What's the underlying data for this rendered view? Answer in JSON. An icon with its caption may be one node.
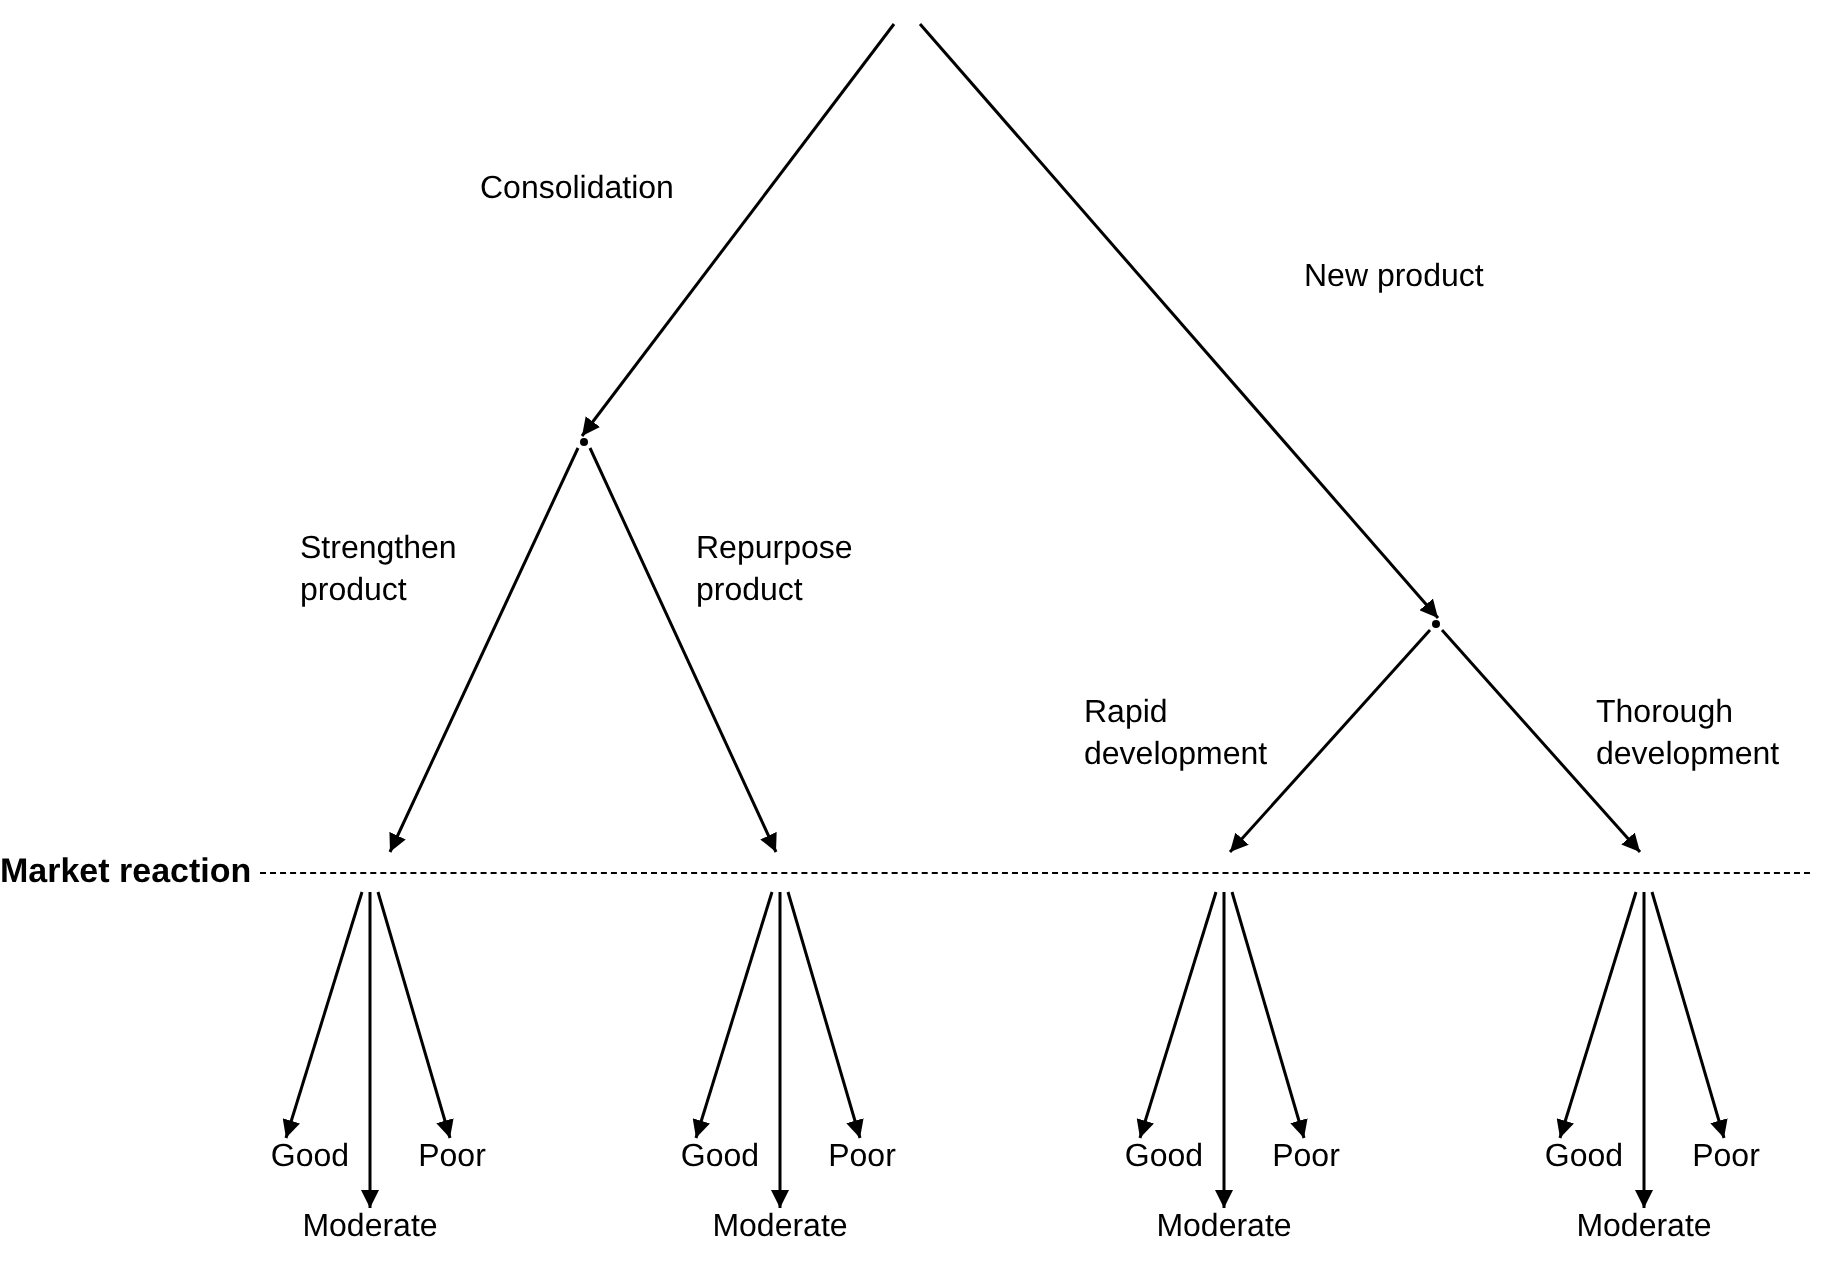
{
  "diagram": {
    "nodes": [
      {
        "text": [
          "Market reaction"
        ]
      },
      {
        "text": [
          "Good"
        ]
      },
      {
        "text": [
          "Moderate"
        ]
      },
      {
        "text": [
          "Poor"
        ]
      },
      {
        "text": [
          "Good"
        ]
      },
      {
        "text": [
          "Moderate"
        ]
      },
      {
        "text": [
          "Poor"
        ]
      },
      {
        "text": [
          "Good"
        ]
      },
      {
        "text": [
          "Moderate"
        ]
      },
      {
        "text": [
          "Poor"
        ]
      },
      {
        "text": [
          "Good"
        ]
      },
      {
        "text": [
          "Moderate"
        ]
      },
      {
        "text": [
          "Poor"
        ]
      },
      {
        "text": [],
        "shape": "point"
      },
      {
        "text": [],
        "shape": "point"
      }
    ],
    "edges": [
      {
        "from": null,
        "to": 13,
        "arrow": "to",
        "label": "Consolidation"
      },
      {
        "from": null,
        "to": 14,
        "arrow": "to",
        "label": "New product"
      },
      {
        "from": 13,
        "to": 0,
        "arrow": "to",
        "label": "Strengthen product"
      },
      {
        "from": 13,
        "to": 0,
        "arrow": "to",
        "label": "Repurpose product"
      },
      {
        "from": 14,
        "to": 0,
        "arrow": "to",
        "label": "Rapid development"
      },
      {
        "from": 14,
        "to": 0,
        "arrow": "to",
        "label": "Thorough development"
      },
      {
        "from": 0,
        "to": 1,
        "arrow": "to"
      },
      {
        "from": 0,
        "to": 2,
        "arrow": "to"
      },
      {
        "from": 0,
        "to": 3,
        "arrow": "to"
      },
      {
        "from": 0,
        "to": 4,
        "arrow": "to"
      },
      {
        "from": 0,
        "to": 5,
        "arrow": "to"
      },
      {
        "from": 0,
        "to": 6,
        "arrow": "to"
      },
      {
        "from": 0,
        "to": 7,
        "arrow": "to"
      },
      {
        "from": 0,
        "to": 8,
        "arrow": "to"
      },
      {
        "from": 0,
        "to": 9,
        "arrow": "to"
      },
      {
        "from": 0,
        "to": 10,
        "arrow": "to"
      },
      {
        "from": 0,
        "to": 11,
        "arrow": "to"
      },
      {
        "from": 0,
        "to": 12,
        "arrow": "to"
      }
    ]
  }
}
